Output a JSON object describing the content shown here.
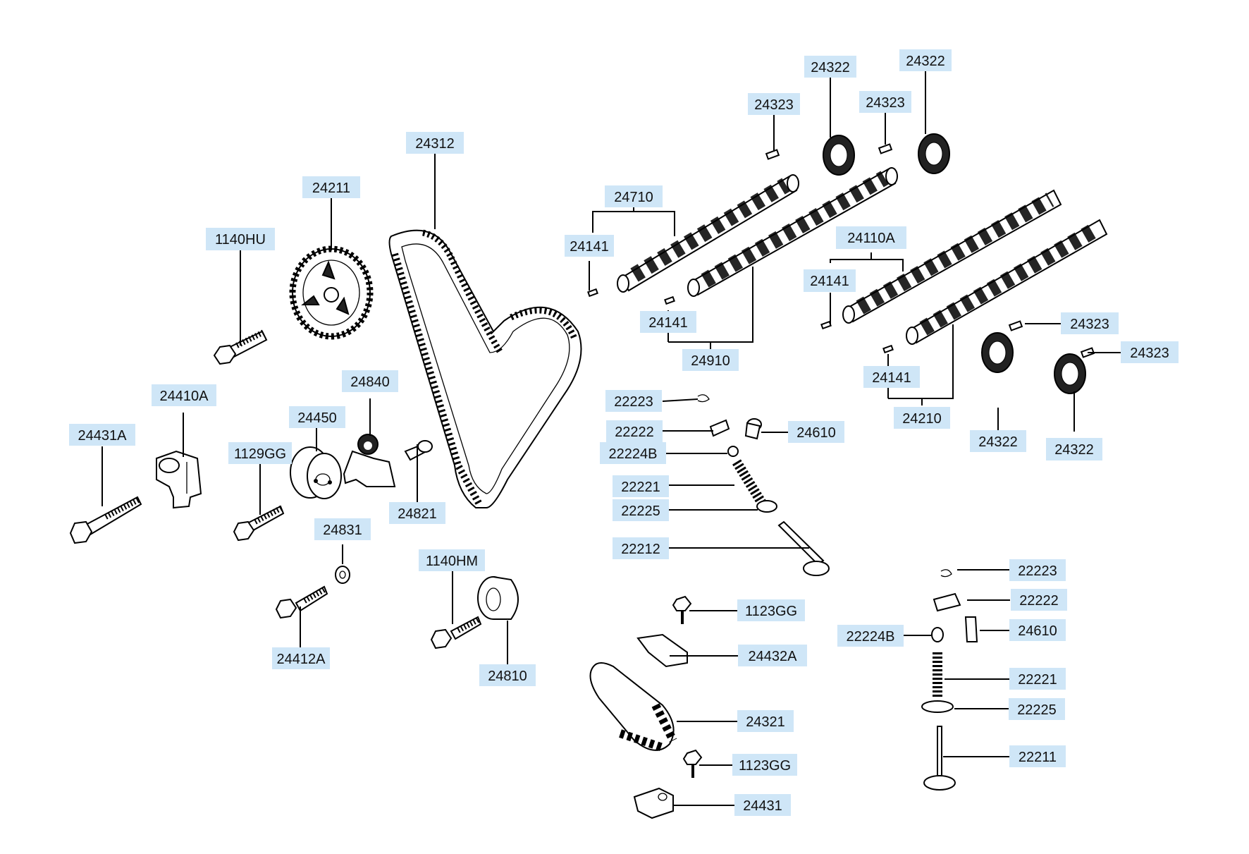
{
  "diagram": {
    "background": "#ffffff",
    "label_fill": "#cfe6f7",
    "labels": [
      {
        "id": "L1",
        "text": "24322"
      },
      {
        "id": "L2",
        "text": "24322"
      },
      {
        "id": "L3",
        "text": "24323"
      },
      {
        "id": "L4",
        "text": "24323"
      },
      {
        "id": "L5",
        "text": "24312"
      },
      {
        "id": "L6",
        "text": "24211"
      },
      {
        "id": "L7",
        "text": "24710"
      },
      {
        "id": "L8",
        "text": "1140HU"
      },
      {
        "id": "L9",
        "text": "24141"
      },
      {
        "id": "L10",
        "text": "24110A"
      },
      {
        "id": "L11",
        "text": "24141"
      },
      {
        "id": "L12",
        "text": "24141"
      },
      {
        "id": "L13",
        "text": "24323"
      },
      {
        "id": "L14",
        "text": "24910"
      },
      {
        "id": "L15",
        "text": "24323"
      },
      {
        "id": "L16",
        "text": "24141"
      },
      {
        "id": "L17",
        "text": "24840"
      },
      {
        "id": "L18",
        "text": "24410A"
      },
      {
        "id": "L19",
        "text": "22223"
      },
      {
        "id": "L20",
        "text": "24210"
      },
      {
        "id": "L21",
        "text": "24450"
      },
      {
        "id": "L22",
        "text": "22222"
      },
      {
        "id": "L23",
        "text": "24610"
      },
      {
        "id": "L24",
        "text": "24322"
      },
      {
        "id": "L25",
        "text": "24431A"
      },
      {
        "id": "L26",
        "text": "1129GG"
      },
      {
        "id": "L27",
        "text": "22224B"
      },
      {
        "id": "L28",
        "text": "24322"
      },
      {
        "id": "L29",
        "text": "22221"
      },
      {
        "id": "L30",
        "text": "24821"
      },
      {
        "id": "L31",
        "text": "22225"
      },
      {
        "id": "L32",
        "text": "24831"
      },
      {
        "id": "L33",
        "text": "22212"
      },
      {
        "id": "L34",
        "text": "1140HM"
      },
      {
        "id": "L35",
        "text": "22223"
      },
      {
        "id": "L36",
        "text": "22222"
      },
      {
        "id": "L37",
        "text": "1123GG"
      },
      {
        "id": "L38",
        "text": "24610"
      },
      {
        "id": "L39",
        "text": "22224B"
      },
      {
        "id": "L40",
        "text": "24432A"
      },
      {
        "id": "L41",
        "text": "24412A"
      },
      {
        "id": "L42",
        "text": "24810"
      },
      {
        "id": "L43",
        "text": "22221"
      },
      {
        "id": "L44",
        "text": "24321"
      },
      {
        "id": "L45",
        "text": "22225"
      },
      {
        "id": "L46",
        "text": "22211"
      },
      {
        "id": "L47",
        "text": "1123GG"
      },
      {
        "id": "L48",
        "text": "24431"
      }
    ]
  }
}
